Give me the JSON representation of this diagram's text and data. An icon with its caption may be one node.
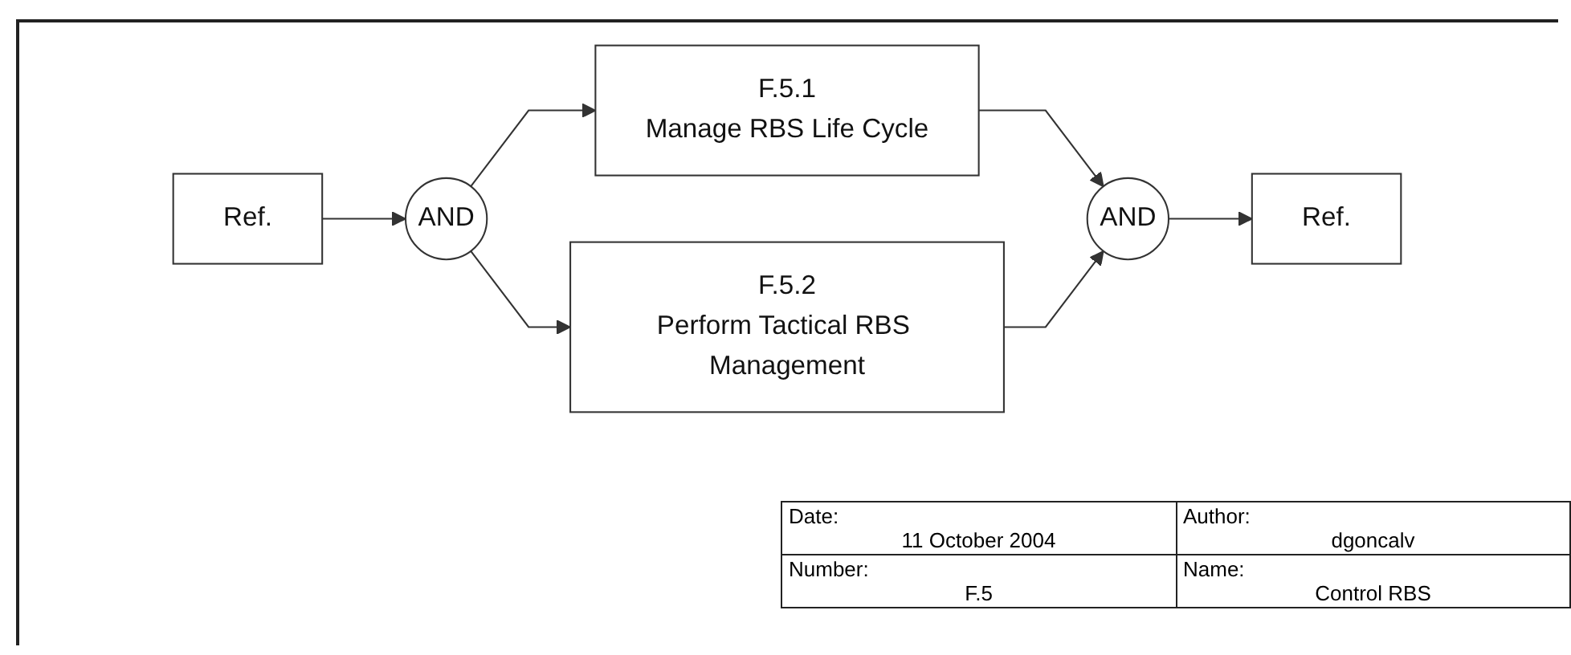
{
  "diagram": {
    "nodes": [
      {
        "text": [
          "Ref."
        ]
      },
      {
        "text": [
          "AND"
        ]
      },
      {
        "text": [
          "F.5.1",
          "Manage RBS Life Cycle"
        ]
      },
      {
        "text": [
          "F.5.2",
          "Perform Tactical RBS Management"
        ]
      },
      {
        "text": [
          "AND"
        ]
      },
      {
        "text": [
          "Ref."
        ]
      }
    ],
    "edges": [
      {
        "from": 0,
        "to": 1,
        "arrow": "to"
      },
      {
        "from": 1,
        "to": 2,
        "arrow": "to"
      },
      {
        "from": 1,
        "to": 3,
        "arrow": "to"
      },
      {
        "from": 2,
        "to": 4,
        "arrow": "to"
      },
      {
        "from": 3,
        "to": 4,
        "arrow": "to"
      },
      {
        "from": 4,
        "to": 5,
        "arrow": "to"
      }
    ],
    "labels": [
      "Date:",
      "11 October 2004",
      "Author:",
      "dgoncalv",
      "Number:",
      "F.5",
      "Name:",
      "Control RBS"
    ]
  }
}
